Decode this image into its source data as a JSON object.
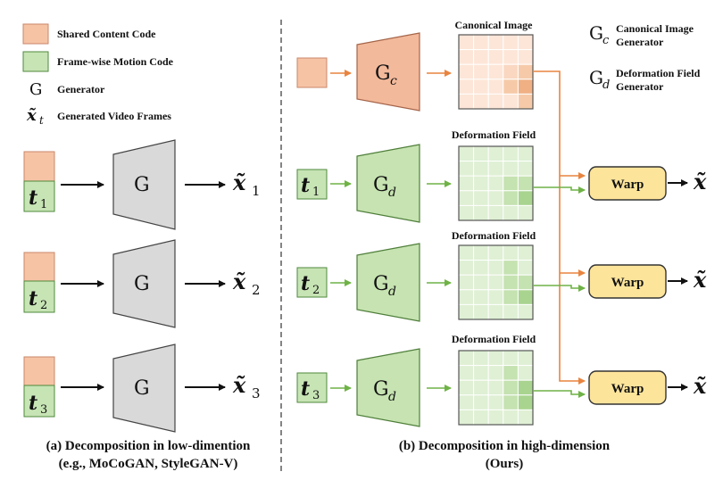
{
  "legend": {
    "shared_content_code": "Shared Content Code",
    "frame_wise_motion_code": "Frame-wise Motion Code",
    "generator_symbol": "G",
    "generator": "Generator",
    "generated_frames_symbol_main": "x̃",
    "generated_frames_symbol_sub": "t",
    "generated_frames": "Generated Video Frames"
  },
  "right_legend": {
    "gc_main": "G",
    "gc_sub": "c",
    "gc_line1": "Canonical Image",
    "gc_line2": "Generator",
    "gd_main": "G",
    "gd_sub": "d",
    "gd_line1": "Deformation Field",
    "gd_line2": "Generator"
  },
  "panel_a": {
    "rows": [
      {
        "t_main": "t",
        "t_sub": "1",
        "gen": "G",
        "out_main": "x̃",
        "out_sub": "1"
      },
      {
        "t_main": "t",
        "t_sub": "2",
        "gen": "G",
        "out_main": "x̃",
        "out_sub": "2"
      },
      {
        "t_main": "t",
        "t_sub": "3",
        "gen": "G",
        "out_main": "x̃",
        "out_sub": "3"
      }
    ],
    "caption_line1": "(a) Decomposition in low-dimention",
    "caption_line2": "(e.g., MoCoGAN, StyleGAN-V)"
  },
  "panel_b": {
    "canonical_title": "Canonical Image",
    "gc_main": "G",
    "gc_sub": "c",
    "rows": [
      {
        "title": "Deformation Field",
        "t_main": "t",
        "t_sub": "1",
        "gen_main": "G",
        "gen_sub": "d",
        "warp": "Warp",
        "out_main": "x̃"
      },
      {
        "title": "Deformation Field",
        "t_main": "t",
        "t_sub": "2",
        "gen_main": "G",
        "gen_sub": "d",
        "warp": "Warp",
        "out_main": "x̃"
      },
      {
        "title": "Deformation Field",
        "t_main": "t",
        "t_sub": "3",
        "gen_main": "G",
        "gen_sub": "d",
        "warp": "Warp",
        "out_main": "x̃"
      }
    ],
    "caption_line1": "(b) Decomposition in high-dimension",
    "caption_line2": "(Ours)"
  },
  "colors": {
    "content_fill": "#f6c3a5",
    "content_stroke": "#c9876a",
    "motion_fill": "#c7e4b5",
    "motion_stroke": "#4f8a3c",
    "generator_gray": "#d9d9d9",
    "gc_fill": "#f3b99b",
    "gd_fill": "#c6e3b1",
    "warp_fill": "#fde49b",
    "warp_stroke": "#c9a437",
    "orange_arrow": "#e9843f",
    "green_arrow": "#6fb246"
  }
}
